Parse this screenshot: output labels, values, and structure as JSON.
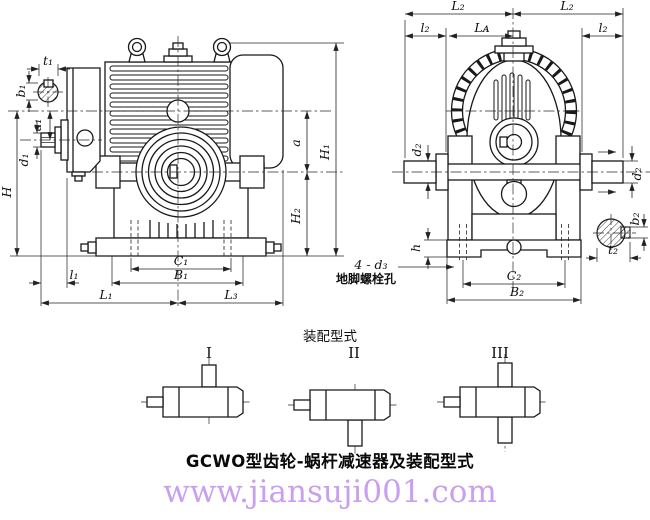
{
  "title": "GCWO型齿轮-蜗杆减速器及装配型式",
  "watermark": {
    "text": "www.jiansuji001.com",
    "color": "#c9a0f0"
  },
  "colors": {
    "line": "#191919",
    "dimension": "#222222"
  },
  "front_view": {
    "name": "front view of gear-worm reducer",
    "dims": {
      "t1": "t₁",
      "b1": "b₁",
      "a1": "a₁",
      "d1": "d₁",
      "H": "H",
      "a": "a",
      "H2": "H₂",
      "H1": "H₁",
      "l1": "l₁",
      "L1": "L₁",
      "L3": "L₃",
      "C1": "C₁",
      "B1": "B₁"
    }
  },
  "side_view": {
    "name": "side view of gear-worm reducer",
    "dims": {
      "L2": "L₂",
      "l2": "l₂",
      "LA": "Lᴀ",
      "d2": "d₂",
      "h": "h",
      "C2": "C₂",
      "B2": "B₂",
      "b2": "b₂",
      "t2": "t₂"
    },
    "bolt_note": "4 - d₃",
    "bolt_label": "地脚螺栓孔"
  },
  "assembly": {
    "title": "装配型式",
    "types": [
      {
        "label": "I"
      },
      {
        "label": "II"
      },
      {
        "label": "III"
      }
    ]
  }
}
